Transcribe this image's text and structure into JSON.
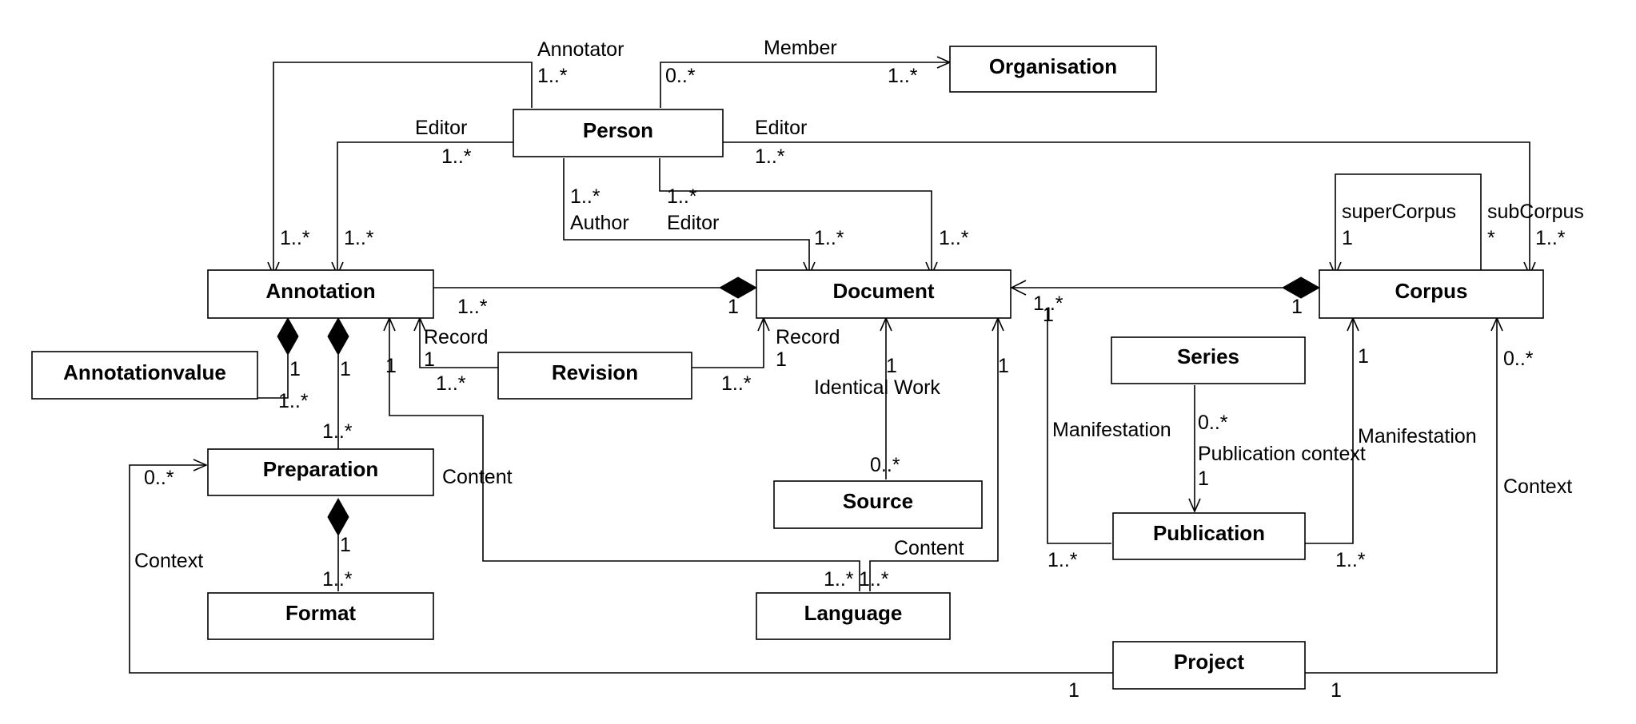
{
  "classes": {
    "organisation": "Organisation",
    "person": "Person",
    "annotation": "Annotation",
    "document": "Document",
    "corpus": "Corpus",
    "annotationvalue": "Annotationvalue",
    "revision": "Revision",
    "series": "Series",
    "preparation": "Preparation",
    "source": "Source",
    "publication": "Publication",
    "format": "Format",
    "language": "Language",
    "project": "Project"
  },
  "labels": {
    "annotator": "Annotator",
    "annotator_mult": "1..*",
    "member": "Member",
    "member_src": "0..*",
    "member_tgt": "1..*",
    "editor_left": "Editor",
    "editor_left_mult": "1..*",
    "editor_right": "Editor",
    "editor_right_mult": "1..*",
    "author_mult": "1..*",
    "author": "Author",
    "editor_doc_mult": "1..*",
    "editor_doc": "Editor",
    "ann_in_1": "1..*",
    "ann_in_2": "1..*",
    "doc_in_1": "1..*",
    "doc_in_2": "1..*",
    "super_corpus": "superCorpus",
    "super_mult": "1",
    "sub_corpus": "subCorpus",
    "sub_star": "*",
    "sub_mult": "1..*",
    "ann_doc_mult": "1..*",
    "ann_doc_one": "1",
    "doc_corpus_one": "1",
    "doc_manif_a": "1..*",
    "doc_manif_b": "1",
    "record_left": "Record",
    "record_left_one": "1",
    "record_right": "Record",
    "record_right_one": "1",
    "rev_left_mult": "1..*",
    "rev_right_mult": "1..*",
    "annval_one": "1",
    "annval_mult": "1..*",
    "prep_one": "1",
    "prep_mult": "1..*",
    "ann_content_one": "1",
    "content_left": "Content",
    "identical_one": "1",
    "identical_work": "Identical Work",
    "source_mult": "0..*",
    "doc_content_one": "1",
    "content_right": "Content",
    "lang_mult_a": "1..*",
    "lang_mult_b": "1..*",
    "series_mult": "0..*",
    "publication_context": "Publication context",
    "pubctx_one": "1",
    "manifestation_left": "Manifestation",
    "manifestation_right": "Manifestation",
    "corpus_manif_one": "1",
    "pub_left_mult": "1..*",
    "pub_right_mult": "1..*",
    "corpus_ctx_mult": "0..*",
    "context_right": "Context",
    "prep_ctx_mult": "0..*",
    "context_left": "Context",
    "format_one": "1",
    "format_mult": "1..*",
    "project_left_one": "1",
    "project_right_one": "1"
  }
}
